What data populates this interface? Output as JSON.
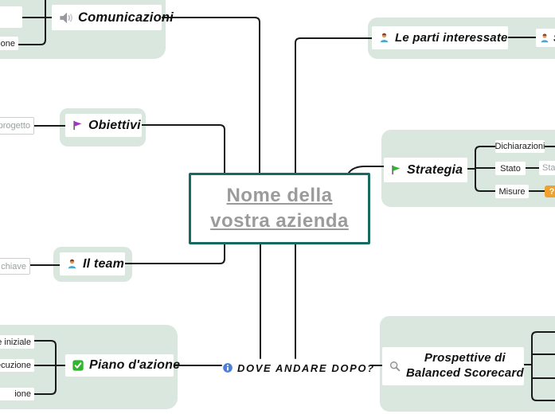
{
  "canvas": {
    "background": "#ffffff",
    "mint": "#d9e7df",
    "teal": "#176a5f",
    "line": "#1a1a1a",
    "gray_text": "#9aa0a0",
    "center_text_color": "#9b9b9b"
  },
  "center": {
    "line1": "Nome della",
    "line2": "vostra azienda"
  },
  "topics": {
    "comunicazioni": {
      "label": "Comunicazioni",
      "icon": "speaker-icon"
    },
    "obiettivi": {
      "label": "Obiettivi",
      "icon": "purple-flag-icon",
      "flag_color": "#a832c8"
    },
    "ilteam": {
      "label": "Il team",
      "icon": "person-icon"
    },
    "piano": {
      "label": "Piano d'azione",
      "icon": "checkbox-icon",
      "check_color": "#2fb52f"
    },
    "dove": {
      "label": "DOVE ANDARE DOPO?",
      "icon": "info-icon",
      "info_color": "#4d7fd6"
    },
    "leparti": {
      "label": "Le parti interessate",
      "icon": "person-icon"
    },
    "strategia": {
      "label": "Strategia",
      "icon": "green-flag-icon",
      "flag_color": "#2eb82e"
    },
    "prospettive": {
      "line1": "Prospettive di",
      "line2": "Balanced Scorecard",
      "icon": "search-icon"
    }
  },
  "fragments": {
    "comunicazioni_child": "azione",
    "obiettivi_child": "l progetto",
    "ilteam_child": "li chiave",
    "piano_children": [
      "ase iniziale",
      "secuzione",
      "ione"
    ],
    "strategia_children": [
      "Dichiarazioni",
      "Stato",
      "Misure"
    ],
    "stato_child": "Stat",
    "leparti_child": "S",
    "misure_badge": "?"
  }
}
